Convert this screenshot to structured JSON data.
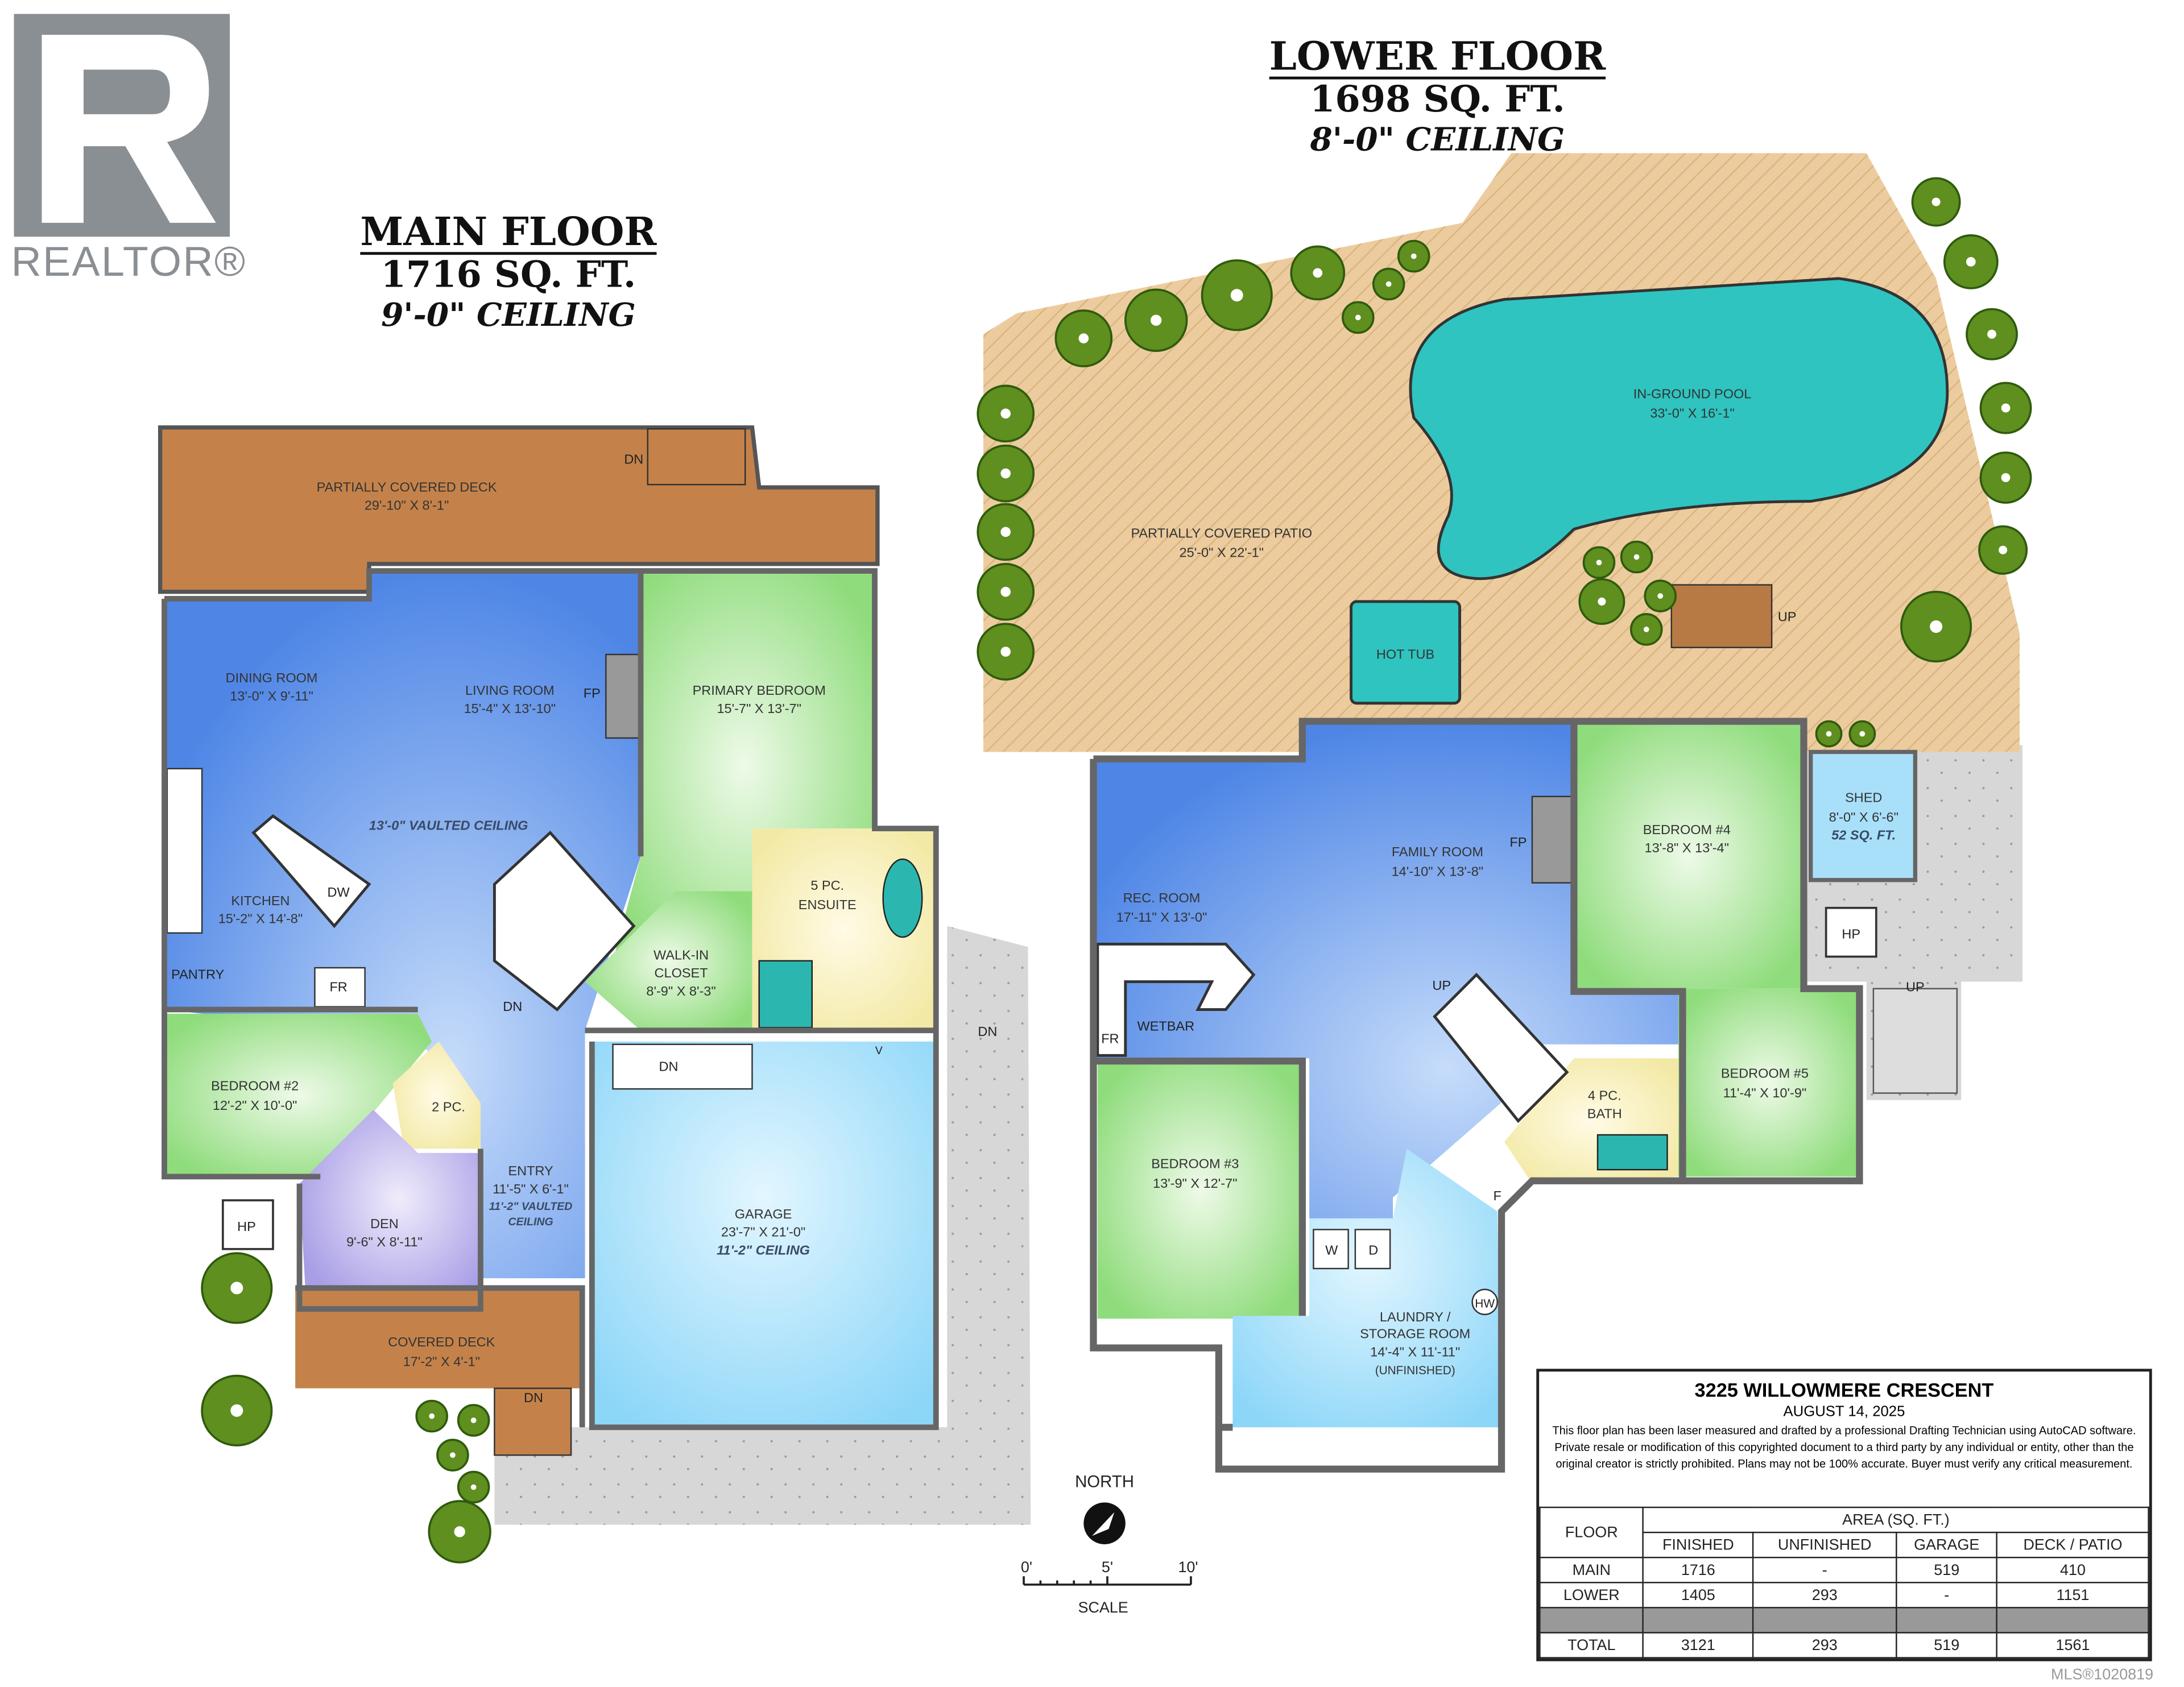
{
  "logo": {
    "text": "REALTOR®"
  },
  "main_floor": {
    "title": "MAIN FLOOR",
    "area": "1716 SQ. FT.",
    "ceiling": "9'-0\" CEILING",
    "rooms": [
      {
        "name": "PARTIALLY COVERED DECK",
        "dims": "29'-10\" X 8'-1\""
      },
      {
        "name": "DINING ROOM",
        "dims": "13'-0\" X 9'-11\""
      },
      {
        "name": "LIVING ROOM",
        "dims": "15'-4\" X 13'-10\""
      },
      {
        "name": "PRIMARY BEDROOM",
        "dims": "15'-7\" X 13'-7\""
      },
      {
        "name": "KITCHEN",
        "dims": "15'-2\" X 14'-8\""
      },
      {
        "name": "WALK-IN",
        "name2": "CLOSET",
        "dims": "8'-9\" X 8'-3\""
      },
      {
        "name": "5 PC.",
        "name2": "ENSUITE"
      },
      {
        "name": "BEDROOM #2",
        "dims": "12'-2\" X 10'-0\""
      },
      {
        "name": "2 PC."
      },
      {
        "name": "ENTRY",
        "dims": "11'-5\" X 6'-1\"",
        "note": "11'-2\" VAULTED",
        "note2": "CEILING"
      },
      {
        "name": "DEN",
        "dims": "9'-6\" X 8'-11\""
      },
      {
        "name": "GARAGE",
        "dims": "23'-7\" X 21'-0\"",
        "note": "11'-2\" CEILING"
      },
      {
        "name": "COVERED DECK",
        "dims": "17'-2\" X 4'-1\""
      }
    ],
    "vaulted_note": "13'-0\" VAULTED CEILING",
    "fixtures": {
      "dn": "DN",
      "fp": "FP",
      "fr": "FR",
      "dw": "DW",
      "pantry": "PANTRY",
      "hp": "HP",
      "v": "V"
    }
  },
  "lower_floor": {
    "title": "LOWER FLOOR",
    "area": "1698 SQ. FT.",
    "ceiling": "8'-0\" CEILING",
    "rooms": [
      {
        "name": "PARTIALLY COVERED PATIO",
        "dims": "25'-0\" X 22'-1\""
      },
      {
        "name": "IN-GROUND POOL",
        "dims": "33'-0\" X 16'-1\""
      },
      {
        "name": "HOT TUB"
      },
      {
        "name": "FAMILY ROOM",
        "dims": "14'-10\" X 13'-8\""
      },
      {
        "name": "REC. ROOM",
        "dims": "17'-11\" X 13'-0\""
      },
      {
        "name": "BEDROOM #4",
        "dims": "13'-8\" X 13'-4\""
      },
      {
        "name": "SHED",
        "dims": "8'-0\" X 6'-6\"",
        "note": "52 SQ. FT."
      },
      {
        "name": "BEDROOM #3",
        "dims": "13'-9\" X 12'-7\""
      },
      {
        "name": "4 PC.",
        "name2": "BATH"
      },
      {
        "name": "BEDROOM #5",
        "dims": "11'-4\" X 10'-9\""
      },
      {
        "name": "LAUNDRY /",
        "name2": "STORAGE ROOM",
        "dims": "14'-4\" X 11'-11\"",
        "note": "(UNFINISHED)"
      }
    ],
    "fixtures": {
      "up": "UP",
      "fp": "FP",
      "fr": "FR",
      "wetbar": "WETBAR",
      "hp": "HP",
      "w": "W",
      "d": "D",
      "f": "F",
      "hw": "HW"
    }
  },
  "compass": {
    "label": "NORTH"
  },
  "scale": {
    "label": "SCALE",
    "ticks": [
      "0'",
      "5'",
      "10'"
    ]
  },
  "info_box": {
    "address": "3225 WILLOWMERE CRESCENT",
    "date": "AUGUST 14, 2025",
    "disclaimer": "This floor plan has been laser measured and drafted by a professional Drafting Technician using AutoCAD software. Private resale or modification of this copyrighted document to a third party by any individual or entity, other than the original creator is strictly prohibited. Plans may not be 100% accurate.  Buyer must verify any critical measurement.",
    "table": {
      "floor_header": "FLOOR",
      "area_header": "AREA (SQ. FT.)",
      "columns": [
        "FINISHED",
        "UNFINISHED",
        "GARAGE",
        "DECK / PATIO"
      ],
      "rows": [
        {
          "floor": "MAIN",
          "values": [
            "1716",
            "-",
            "519",
            "410"
          ]
        },
        {
          "floor": "LOWER",
          "values": [
            "1405",
            "293",
            "-",
            "1151"
          ]
        },
        {
          "floor": "TOTAL",
          "values": [
            "3121",
            "293",
            "519",
            "1561"
          ]
        }
      ]
    }
  },
  "mls": "MLS®1020819",
  "colors": {
    "living": "#6a9cf0",
    "bedroom": "#9be08a",
    "bath": "#f6eeb0",
    "deck": "#c4824a",
    "garage": "#a8e0fa",
    "den": "#b4a8e8",
    "patio": "#e9c99c",
    "pool": "#2fc4c0",
    "wall": "#6b6b6b",
    "tree": "#5e8f1f"
  }
}
